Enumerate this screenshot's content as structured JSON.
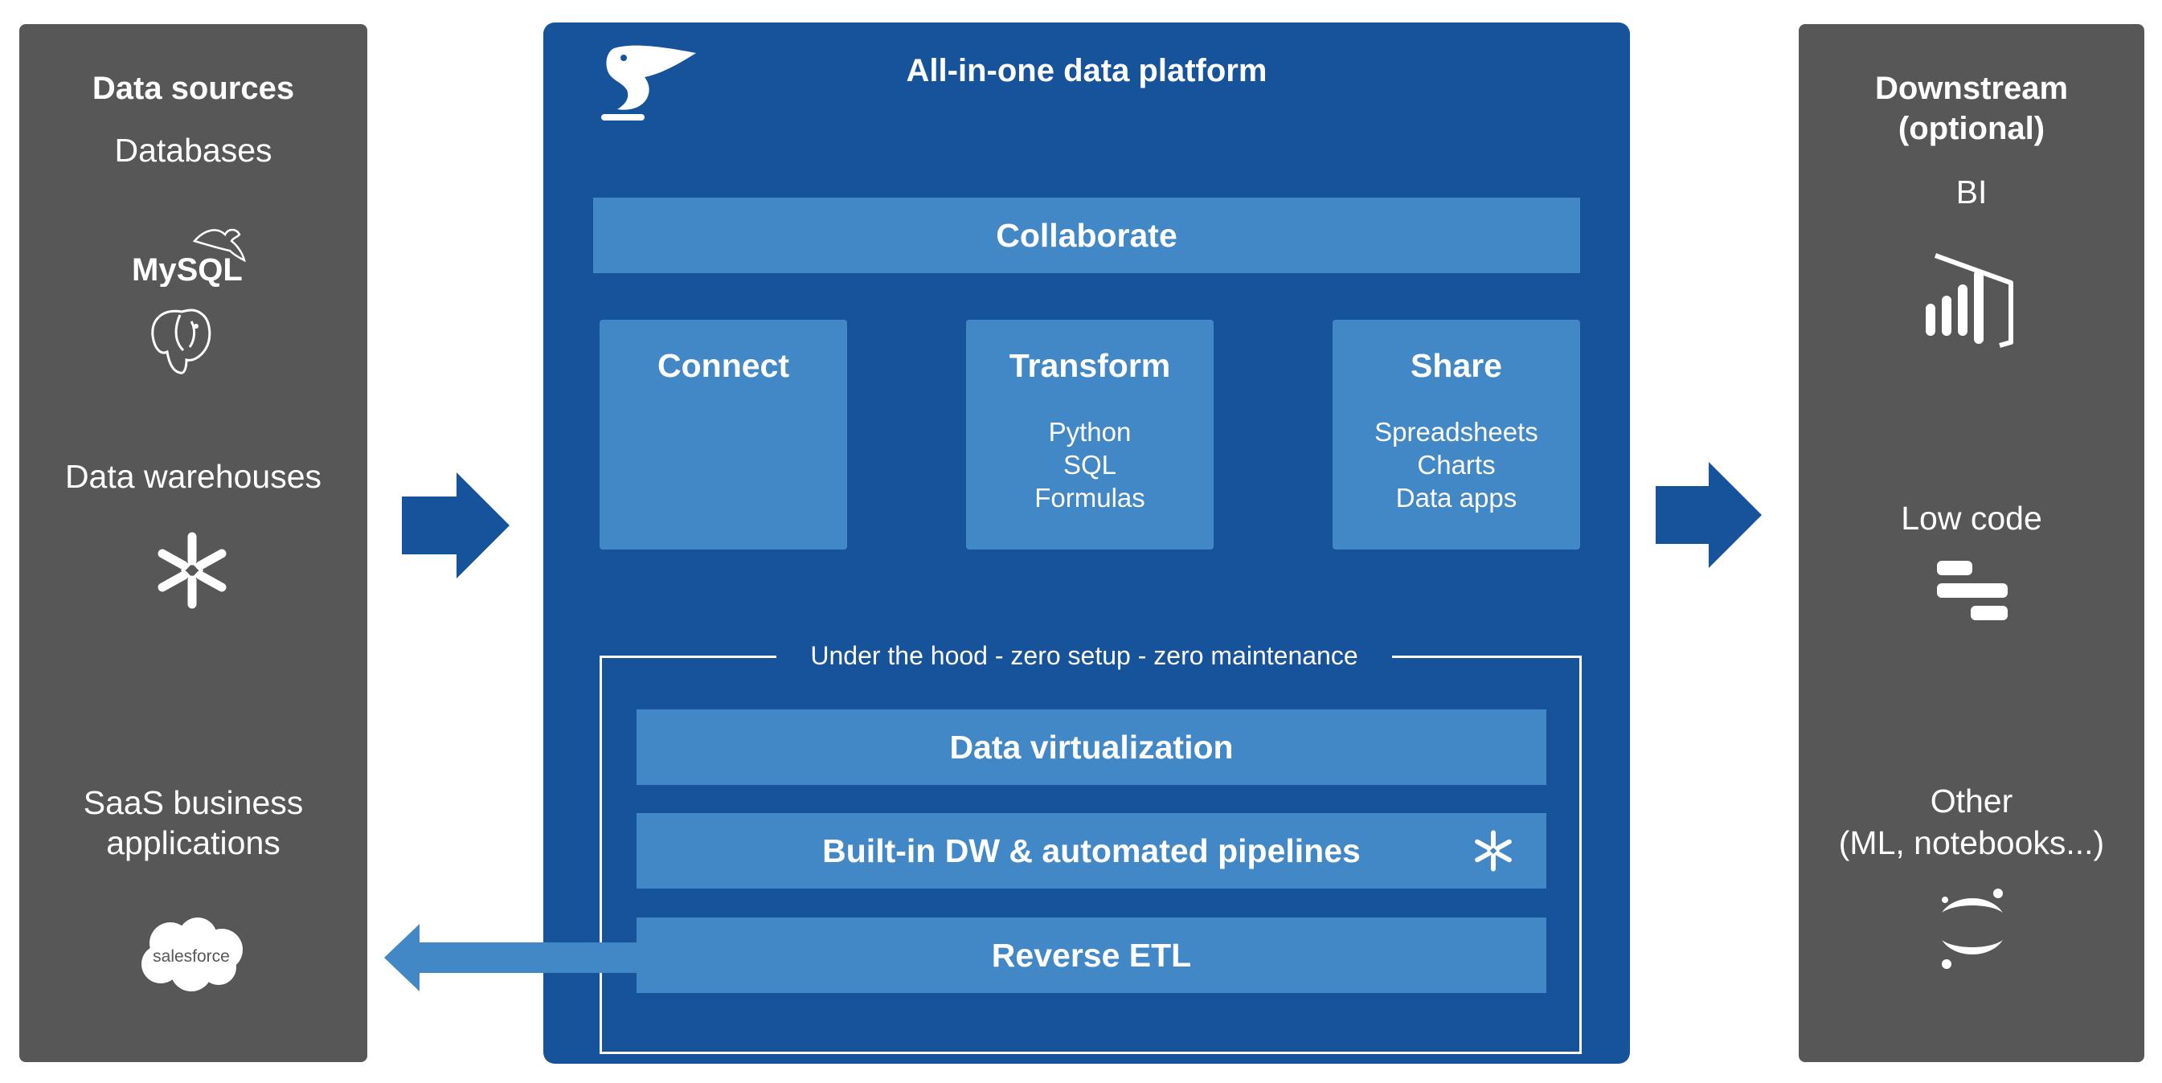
{
  "colors": {
    "gray_panel": "#575757",
    "blue_panel": "#17539b",
    "light_blue": "#4287c6",
    "arrow_blue": "#17539b",
    "white": "#ffffff"
  },
  "left": {
    "title": "Data sources",
    "databases": "Databases",
    "mysql_logo": "MySQL",
    "warehouses": "Data warehouses",
    "saas_line1": "SaaS business",
    "saas_line2": "applications",
    "salesforce_logo": "salesforce",
    "icons": [
      "mysql-logo-icon",
      "postgresql-elephant-icon",
      "snowflake-icon",
      "salesforce-cloud-icon"
    ]
  },
  "center": {
    "title": "All-in-one data platform",
    "logo_icon": "pelican-logo-icon",
    "collaborate": "Collaborate",
    "cards": [
      {
        "title": "Connect",
        "items": []
      },
      {
        "title": "Transform",
        "items": [
          "Python",
          "SQL",
          "Formulas"
        ]
      },
      {
        "title": "Share",
        "items": [
          "Spreadsheets",
          "Charts",
          "Data apps"
        ]
      }
    ],
    "hood_label": "Under the hood - zero setup - zero maintenance",
    "virtualization": "Data virtualization",
    "builtin_dw": "Built-in DW & automated pipelines",
    "reverse_etl": "Reverse ETL"
  },
  "right": {
    "title_line1": "Downstream",
    "title_line2": "(optional)",
    "bi": "BI",
    "low_code": "Low code",
    "other_line1": "Other",
    "other_line2": "(ML, notebooks...)",
    "icons": [
      "power-bi-icon",
      "low-code-app-icon",
      "jupyter-icon"
    ]
  }
}
